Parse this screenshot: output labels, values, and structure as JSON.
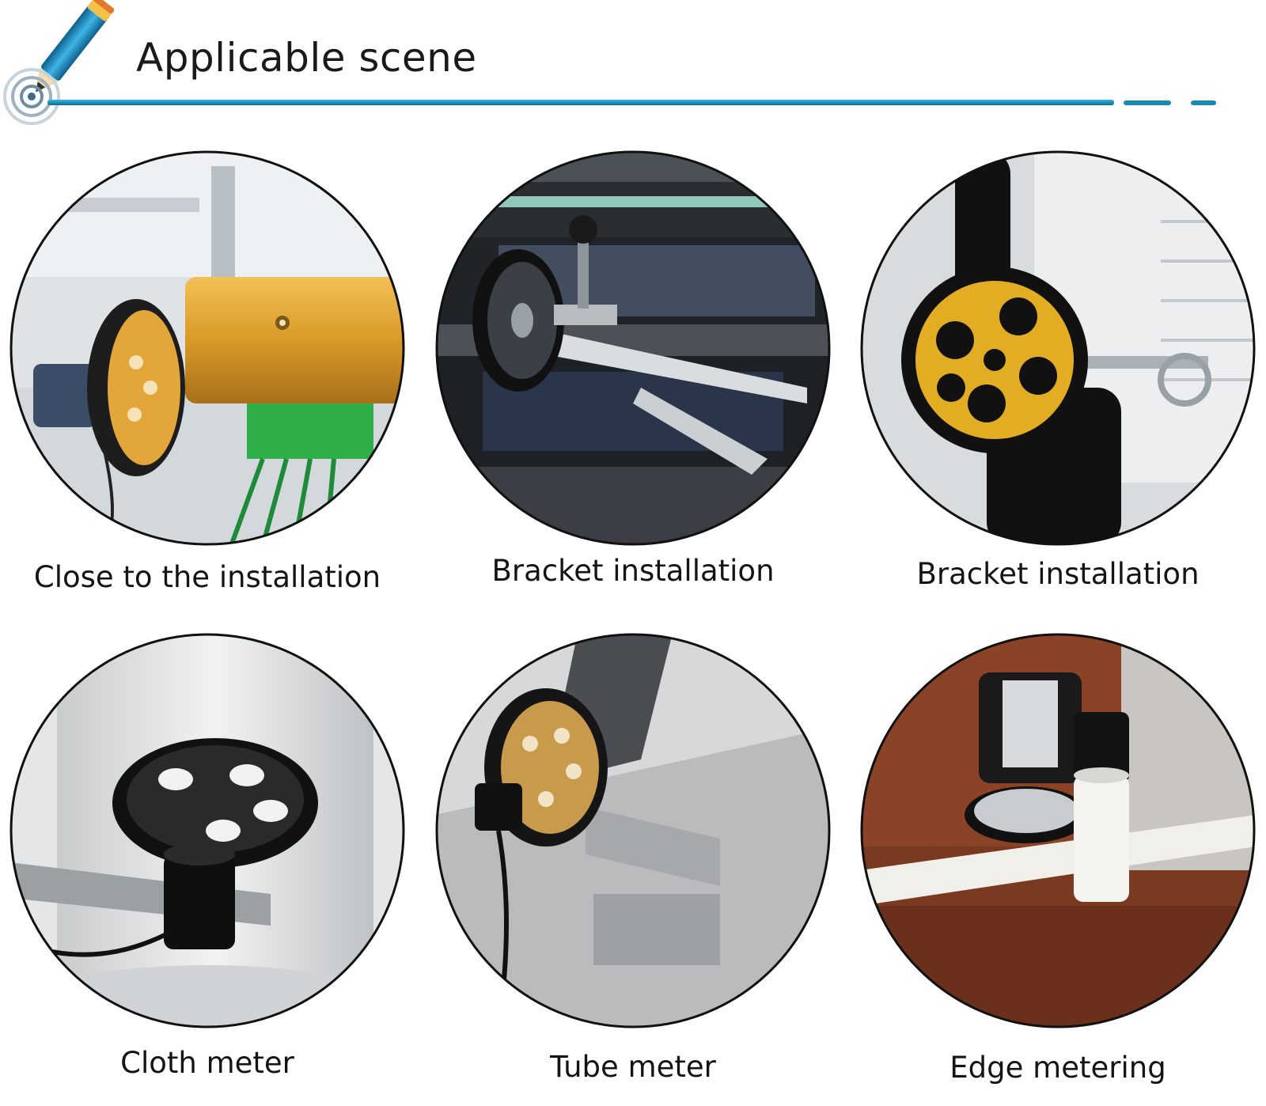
{
  "header": {
    "title": "Applicable scene",
    "accent_color": "#1789b6",
    "icon": "pencil-icon"
  },
  "scenes": [
    {
      "caption": "Close to the installation",
      "icon": "roller-encoder-photo"
    },
    {
      "caption": "Bracket installation",
      "icon": "bracket-roller-photo"
    },
    {
      "caption": "Bracket installation",
      "icon": "yellow-wheel-bracket-photo"
    },
    {
      "caption": "Cloth meter",
      "icon": "cloth-meter-photo"
    },
    {
      "caption": "Tube meter",
      "icon": "tube-meter-photo"
    },
    {
      "caption": "Edge metering",
      "icon": "edge-metering-photo"
    }
  ]
}
